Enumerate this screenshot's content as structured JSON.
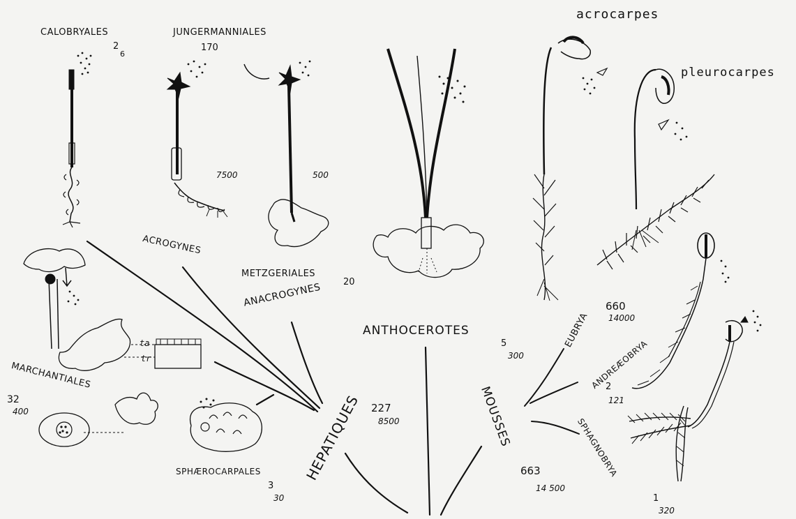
{
  "groups": {
    "calobryales": {
      "name": "CALOBRYALES",
      "genera": "2",
      "species": "6"
    },
    "jungermanniales": {
      "name": "JUNGERMANNIALES",
      "genera": "170",
      "species": "7500",
      "subgroup": "ACROGYNES"
    },
    "metzgeriales": {
      "name": "METZGERIALES",
      "genera": "20",
      "species": "500",
      "subgroup": "ANACROGYNES"
    },
    "marchantiales": {
      "name": "MARCHANTIALES",
      "genera": "32",
      "species": "400"
    },
    "sphaerocarpales": {
      "name": "SPHÆROCARPALES",
      "genera": "3",
      "species": "30"
    },
    "hepatiques": {
      "name": "HEPATIQUES",
      "genera": "227",
      "species": "8500"
    },
    "anthocerotes": {
      "name": "ANTHOCEROTES"
    },
    "andreaeobrya": {
      "name": "ANDREÆOBRYA",
      "genera": "2",
      "species": "121"
    },
    "anthoceros_moss_side": {
      "genera": "5",
      "species": "300"
    },
    "eubrya": {
      "name": "EUBRYA",
      "genera": "660",
      "species": "14000"
    },
    "mousses": {
      "name": "MOUSSES",
      "genera": "663",
      "species": "14 500"
    },
    "sphagnobrya": {
      "name": "SPHAGNOBRYA",
      "genera": "1",
      "species": "320"
    }
  },
  "annotations": {
    "acrocarpes": "acrocarpes",
    "pleurocarpes": "pleurocarpes",
    "ta": "ta",
    "tr": "tr"
  }
}
